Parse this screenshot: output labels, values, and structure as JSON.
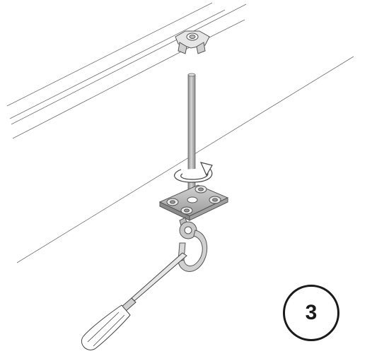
{
  "step": {
    "number": "3"
  },
  "colors": {
    "line": "#555555",
    "metal_light": "#cfcfcf",
    "metal_mid": "#a9a9a9",
    "metal_dark": "#7d7d7d",
    "badge": "#1a1a1a"
  },
  "icons": [
    "ceiling-beam",
    "ceiling-anchor",
    "threaded-rod",
    "rotate-arrow-icon",
    "mounting-plate",
    "swivel-hook",
    "screwdriver"
  ]
}
